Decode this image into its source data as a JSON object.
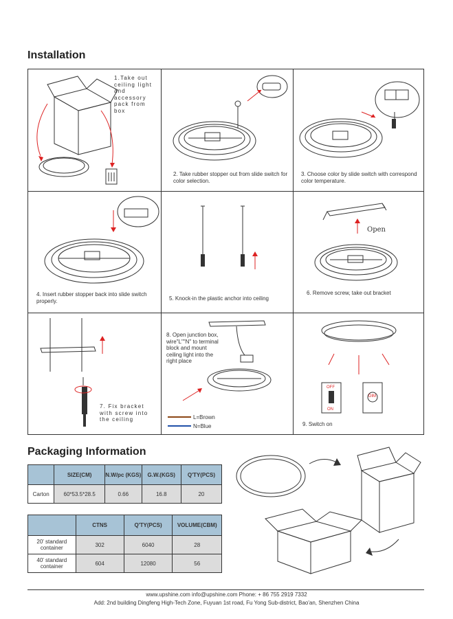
{
  "installation": {
    "title": "Installation",
    "steps": [
      {
        "text": "1.Take out ceiling light and accessory pack from box"
      },
      {
        "text": "2. Take rubber stopper out from slide switch for color selection."
      },
      {
        "text": "3. Choose color by slide switch with correspond color temperature."
      },
      {
        "text": "4. Insert rubber stopper back into slide switch properly."
      },
      {
        "text": "5. Knock-in the plastic anchor into ceiling"
      },
      {
        "text": "6. Remove screw, take out bracket",
        "label": "Open"
      },
      {
        "text": "7. Fix bracket with screw into the ceiling"
      },
      {
        "text": "8. Open junction box, wire\"L\"\"N\" to terminal block and mount ceiling light into the right place",
        "wires": [
          "L=Brown",
          "N=Blue"
        ],
        "wire_colors": [
          "#8b4513",
          "#1f4fa8"
        ]
      },
      {
        "text": "9. Switch on",
        "switch_labels": [
          "OFF",
          "ON",
          "DIM"
        ]
      }
    ]
  },
  "packaging": {
    "title": "Packaging Information",
    "table1": {
      "headers": [
        "",
        "SIZE(CM)",
        "N.W/pc (KGS)",
        "G.W.(KGS)",
        "Q'TY(PCS)"
      ],
      "rows": [
        [
          "Carton",
          "60*53.5*28.5",
          "0.66",
          "16.8",
          "20"
        ]
      ]
    },
    "table2": {
      "headers": [
        "",
        "CTNS",
        "Q'TY(PCS)",
        "VOLUME(CBM)"
      ],
      "rows": [
        [
          "20' standard container",
          "302",
          "6040",
          "28"
        ],
        [
          "40' standard container",
          "604",
          "12080",
          "56"
        ]
      ]
    }
  },
  "footer": {
    "line1": "www.upshine.com   info@upshine.com     Phone: + 86 755 2919 7332",
    "line2": "Add: 2nd building Dingfeng High-Tech Zone, Fuyuan 1st road, Fu Yong Sub-district, Bao'an, Shenzhen China"
  }
}
